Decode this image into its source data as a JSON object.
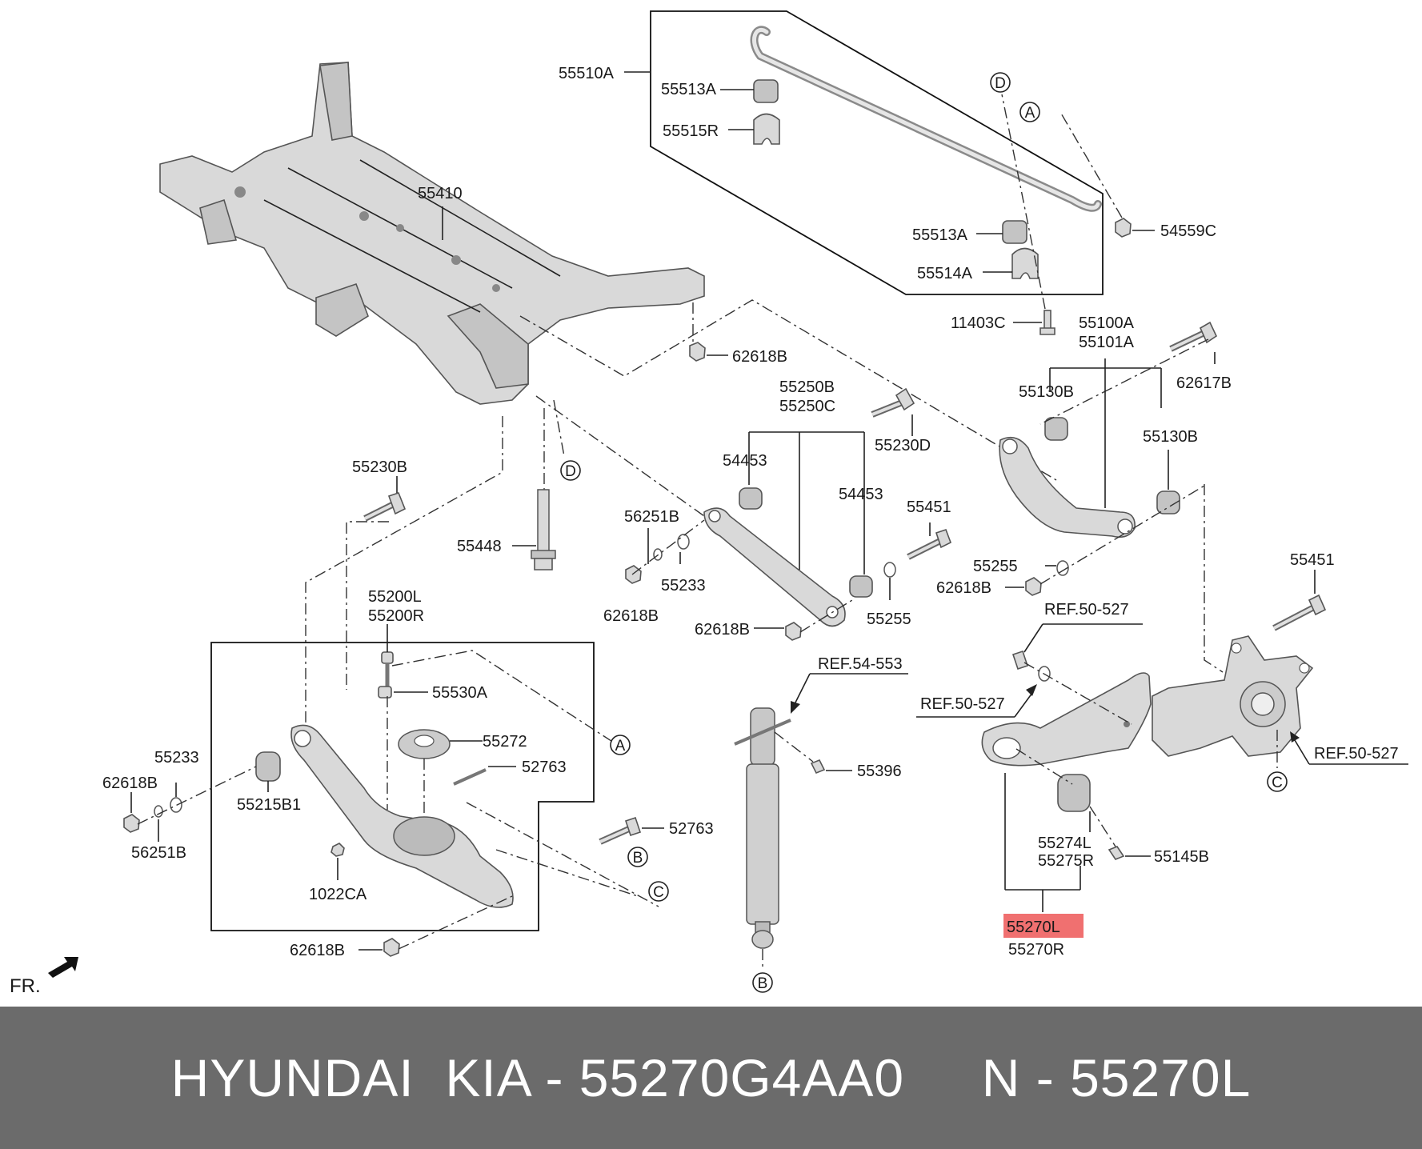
{
  "diagram": {
    "parts": {
      "p55510A": "55510A",
      "p55513A_top": "55513A",
      "p55515R": "55515R",
      "p55513A_bot": "55513A",
      "p55514A": "55514A",
      "p54559C": "54559C",
      "p11403C": "11403C",
      "p55410": "55410",
      "p62618B_a": "62618B",
      "p55100A": "55100A",
      "p55101A": "55101A",
      "p62617B": "62617B",
      "p55130B_a": "55130B",
      "p55130B_b": "55130B",
      "p55250B": "55250B",
      "p55250C": "55250C",
      "p55230D": "55230D",
      "p54453_a": "54453",
      "p54453_b": "54453",
      "p55451_a": "55451",
      "p56251B_a": "56251B",
      "p55233_a": "55233",
      "p62618B_b": "62618B",
      "p62618B_c": "62618B",
      "p55255_a": "55255",
      "p55255_b": "55255",
      "p62618B_d": "62618B",
      "p55230B": "55230B",
      "p55448": "55448",
      "p55200L": "55200L",
      "p55200R": "55200R",
      "p55530A": "55530A",
      "p55272": "55272",
      "p52763_a": "52763",
      "p55233_b": "55233",
      "p62618B_e": "62618B",
      "p55215B1": "55215B1",
      "p56251B_b": "56251B",
      "p1022CA": "1022CA",
      "p52763_b": "52763",
      "p62618B_f": "62618B",
      "p55396": "55396",
      "p55451_b": "55451",
      "p55274L": "55274L",
      "p55275R": "55275R",
      "p55145B": "55145B",
      "p55270L": "55270L",
      "p55270R": "55270R"
    },
    "refs": {
      "ref_54_553": "REF.54-553",
      "ref_50_527_a": "REF.50-527",
      "ref_50_527_b": "REF.50-527",
      "ref_50_527_c": "REF.50-527"
    },
    "markers": {
      "A": "A",
      "B": "B",
      "C": "C",
      "D": "D"
    },
    "front_indicator": "FR.",
    "highlight_color": "#f07070"
  },
  "footer": {
    "text": "HYUNDAI  KIA - 55270G4AA0     N - 55270L"
  }
}
